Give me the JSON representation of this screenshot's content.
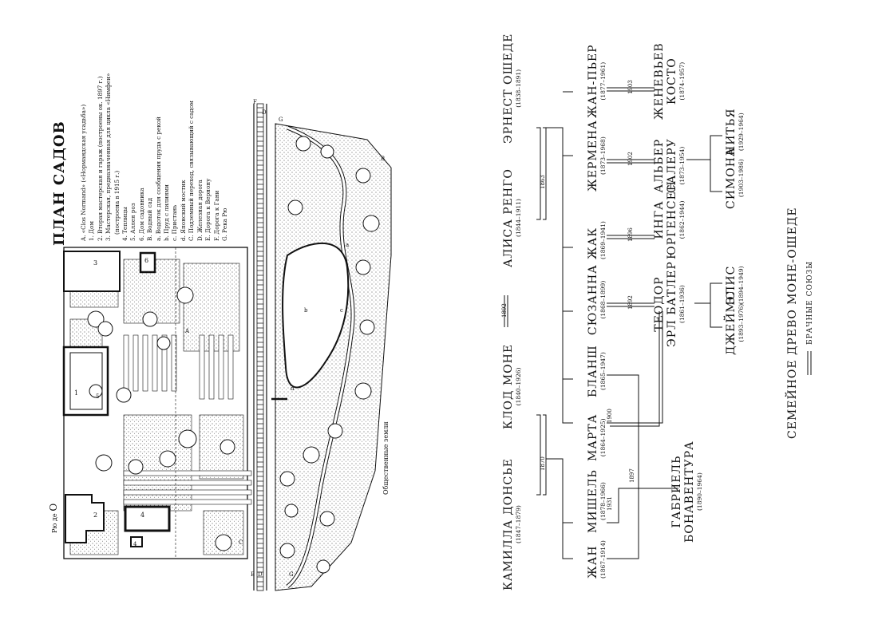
{
  "plan": {
    "title": "ПЛАН САДОВ",
    "legend": [
      "A. «Clos Normand» («Нормандская усадьба»)",
      "1. Дом",
      "2. Вторая мастерская и гараж (построены ок. 1897 г.)",
      "3. Мастерская, предназначенная для цикла «Нимфеи»",
      "(построена в 1915 г.)",
      "4. Теплицы",
      "5. Аллея роз",
      "6. Дом садовника",
      "B. Водный сад",
      "a. Водоток для сообщения пруда с рекой",
      "b. Пруд с лилиями",
      "c. Пристань",
      "d. Японский мостик",
      "C. Подземный переход, связывающий с садом",
      "D. Железная дорога",
      "E. Дорога к Вернону",
      "F. Дорога к Гани",
      "G. Река Рю"
    ],
    "street_label": "Рю де",
    "street_letter": "О",
    "public_land": "Общественные земли",
    "marks": {
      "n1": "1",
      "n2": "2",
      "n3": "3",
      "n4": "4",
      "n4b": "4",
      "n5": "5",
      "n6": "6",
      "A": "A",
      "B": "B",
      "C": "C",
      "a": "a",
      "b": "b",
      "c": "c",
      "d": "d",
      "D": "D",
      "E": "E",
      "F": "F",
      "G": "G"
    }
  },
  "tree": {
    "title": "СЕМЕЙНОЕ ДРЕВО МОНЕ-ОШЕДЕ",
    "key_label": "БРАЧНЫЕ СОЮЗЫ",
    "people": {
      "camille": {
        "name": "КАМИЛЛА ДОНСЬЕ",
        "dates": "(1847–1879)"
      },
      "claude": {
        "name": "КЛОД МОНЕ",
        "dates": "(1840–1926)"
      },
      "alice": {
        "name": "АЛИСА РЕНГО",
        "dates": "(1844–1911)"
      },
      "ernest": {
        "name": "ЭРНЕСТ ОШЕДЕ",
        "dates": "(1838–1891)"
      },
      "jean": {
        "name": "ЖАН",
        "dates": "(1867–1914)"
      },
      "michel": {
        "name": "МИШЕЛЬ",
        "dates": "(1878–1966)"
      },
      "marthe": {
        "name": "МАРТА",
        "dates": "(1864–1925)"
      },
      "blanche": {
        "name": "БЛАНШ",
        "dates": "(1865–1947)"
      },
      "suzanne": {
        "name": "СЮЗАННА",
        "dates": "(1868–1899)"
      },
      "jacques": {
        "name": "ЖАК",
        "dates": "(1869–1941)"
      },
      "germaine": {
        "name": "ЖЕРМЕНА",
        "dates": "(1873–1968)"
      },
      "jeanpierre": {
        "name": "ЖАН-ПЬЕР",
        "dates": "(1877–1961)"
      },
      "gabrielle": {
        "name1": "ГАБРИЕЛЬ",
        "name2": "БОНАВЕНТУРА",
        "dates": "(1890–1964)"
      },
      "theodore": {
        "name1": "ТЕОДОР",
        "name2": "ЭРЛ БАТЛЕР",
        "dates": "(1861–1936)"
      },
      "inga": {
        "name1": "ИНГА",
        "name2": "ЮРГЕНСЕН",
        "dates": "(1862–1944)"
      },
      "albert": {
        "name1": "АЛЬБЕР",
        "name2": "САЛЕРУ",
        "dates": "(1873–1954)"
      },
      "genevieve": {
        "name1": "ЖЕНЕВЬЕВ",
        "name2": "КОСТО",
        "dates": "(1874–1957)"
      },
      "james": {
        "name": "ДЖЕЙМС",
        "dates": "(1893–1976)"
      },
      "lily": {
        "name": "ЭЛИС",
        "dates": "(1894–1949)"
      },
      "simone": {
        "name": "СИМОНА",
        "dates": "(1903–1986)"
      },
      "nitia": {
        "name": "НИТЬЯ",
        "dates": "(1929–1964)"
      }
    },
    "years": {
      "y1870": "1870",
      "y1892": "1892",
      "y1863": "1863",
      "y1931": "1931",
      "y1897": "1897",
      "y1900": "1900",
      "y1892b": "1892",
      "y1896": "1896",
      "y1902": "1902",
      "y1903": "1903"
    }
  }
}
